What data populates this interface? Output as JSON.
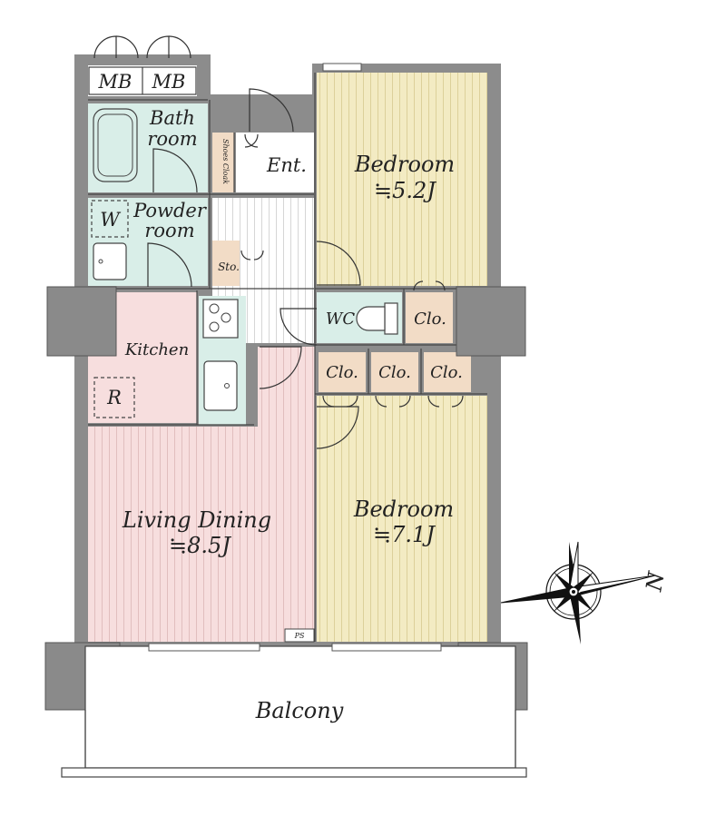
{
  "colors": {
    "wall": "#8c8c8c",
    "bedroom": "#f3ebc3",
    "living": "#f7dede",
    "wet": "#d9eee8",
    "hall": "#ffffff",
    "storage": "#f2dcc6",
    "pillar": "#8a8a8a",
    "compass": "#111111"
  },
  "rooms": {
    "mb1": "MB",
    "mb2": "MB",
    "bath_line1": "Bath",
    "bath_line2": "room",
    "shoes_cloak": "Shoes Cloak",
    "entrance": "Ent.",
    "washer": "W",
    "powder_line1": "Powder",
    "powder_line2": "room",
    "storage": "Sto.",
    "kitchen": "Kitchen",
    "refrigerator": "R",
    "wc": "WC",
    "closet_wc": "Clo.",
    "closet_1": "Clo.",
    "closet_2": "Clo.",
    "closet_3": "Clo.",
    "bedroom1_name": "Bedroom",
    "bedroom1_size": "≒5.2J",
    "bedroom2_name": "Bedroom",
    "bedroom2_size": "≒7.1J",
    "living_name": "Living Dining",
    "living_size": "≒8.5J",
    "pipe_space": "PS",
    "balcony": "Balcony"
  },
  "compass": {
    "icon": "compass-rose-icon",
    "north_label": "N"
  }
}
